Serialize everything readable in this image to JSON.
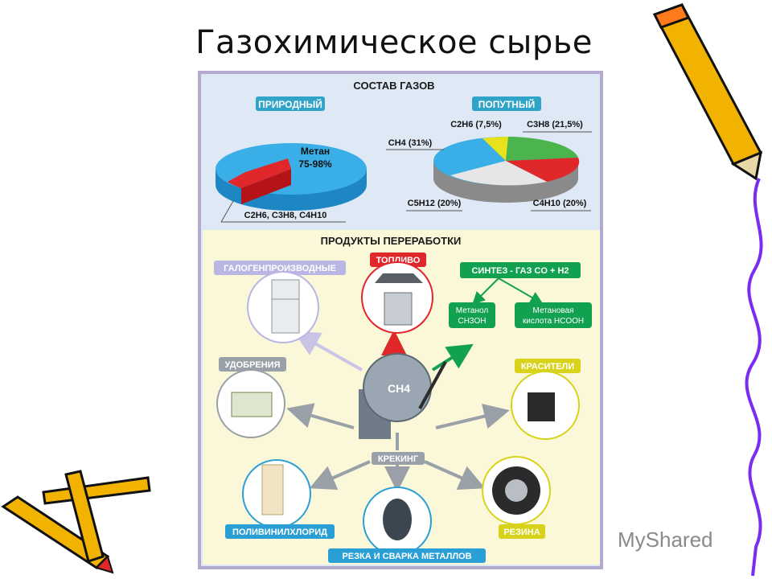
{
  "slide": {
    "title": "Газохимическое сырье",
    "watermark": "MyShared"
  },
  "composition": {
    "heading": "СОСТАВ ГАЗОВ",
    "natural": {
      "label": "ПРИРОДНЫЙ",
      "methane": "Метан",
      "methane_pct": "75-98%",
      "others": "C2H6, C3H8, C4H10"
    },
    "associated": {
      "label": "ПОПУТНЫЙ",
      "ch4": "CH4 (31%)",
      "c2h6": "C2H6 (7,5%)",
      "c3h8": "C3H8 (21,5%)",
      "c5h12": "C5H12 (20%)",
      "c4h10": "C4H10 (20%)"
    }
  },
  "products": {
    "heading": "ПРОДУКТЫ ПЕРЕРАБОТКИ",
    "halogen": "ГАЛОГЕНПРОИЗВОДНЫЕ",
    "fuel": "ТОПЛИВО",
    "syngas": "СИНТЕЗ - ГАЗ  CO + H2",
    "methanol_1": "Метанол",
    "methanol_2": "CH3OH",
    "formic_1": "Метановая",
    "formic_2": "кислота HCOOH",
    "fertilizer": "УДОБРЕНИЯ",
    "dyes": "КРАСИТЕЛИ",
    "center": "CH4",
    "cracking": "КРЕКИНГ",
    "pvc": "ПОЛИВИНИЛХЛОРИД",
    "rubber": "РЕЗИНА",
    "welding": "РЕЗКА И СВАРКА МЕТАЛЛОВ"
  },
  "colors": {
    "accent_blue": "#2a9fd6",
    "accent_red": "#e0272a",
    "accent_green": "#12a150",
    "accent_yellow": "#d8d21a",
    "panel_border": "#b4a9cf"
  }
}
